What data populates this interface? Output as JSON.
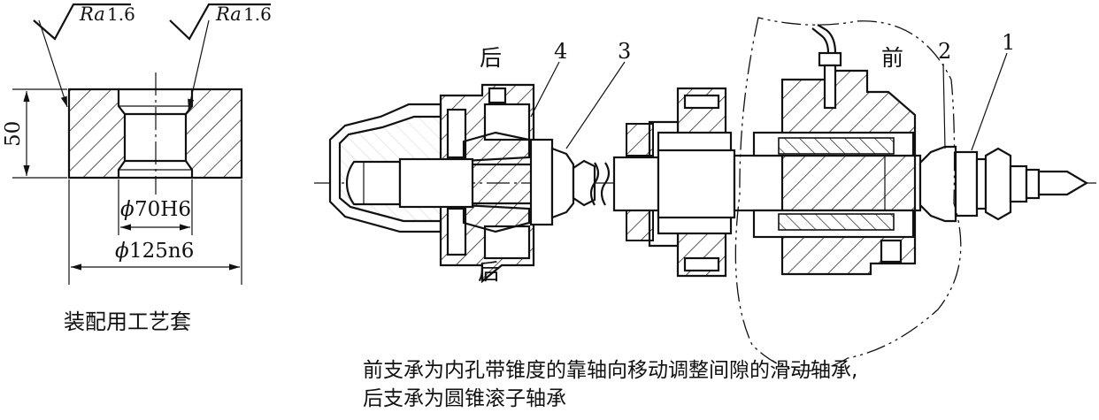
{
  "left_figure": {
    "roughness_1": {
      "symbol": "Ra",
      "value": "1.6"
    },
    "roughness_2": {
      "symbol": "Ra",
      "value": "1.6"
    },
    "height_dim": "50",
    "inner_dim": {
      "prefix": "ϕ",
      "value": "70H6"
    },
    "outer_dim": {
      "prefix": "ϕ",
      "value": "125n6"
    },
    "caption": "装配用工艺套"
  },
  "right_figure": {
    "rear_label": "后",
    "front_label": "前",
    "part_labels": [
      "4",
      "3",
      "2",
      "1"
    ]
  },
  "bottom_note": {
    "line1": "前支承为内孔带锥度的靠轴向移动调整间隙的滑动轴承,",
    "line2": "后支承为圆锥滚子轴承"
  }
}
